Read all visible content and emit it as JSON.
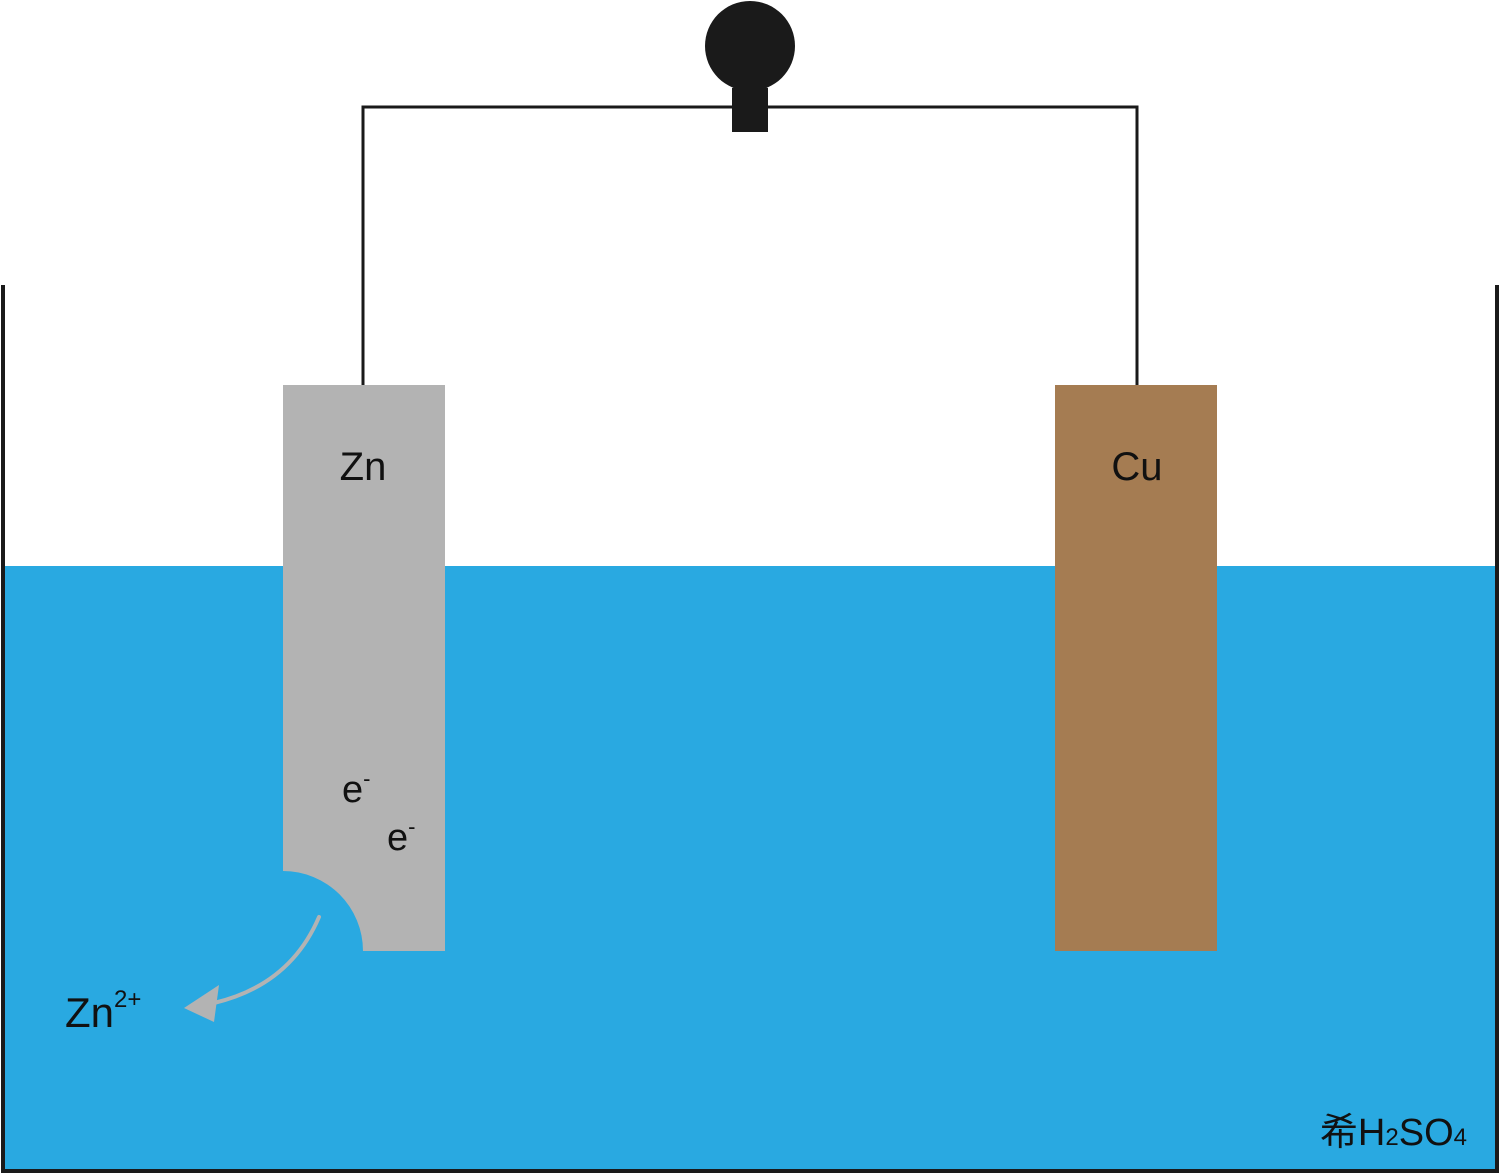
{
  "colors": {
    "solution": "#29a9e1",
    "zinc": "#b3b3b3",
    "copper": "#a57c52",
    "wire": "#1a1a1a",
    "arrow": "#b3b3b3",
    "background": "#ffffff"
  },
  "labels": {
    "zinc_electrode": "Zn",
    "copper_electrode": "Cu",
    "electron_1": "e",
    "electron_1_charge": "-",
    "electron_2": "e",
    "electron_2_charge": "-",
    "zinc_ion": "Zn",
    "zinc_ion_charge": "2+",
    "solution_prefix": "希",
    "solution_formula_h": "H",
    "solution_formula_h_sub": "2",
    "solution_formula_so": "SO",
    "solution_formula_o_sub": "4"
  },
  "icons": {
    "bulb": "light-bulb-icon",
    "ion_arrow": "curved-arrow-icon"
  }
}
